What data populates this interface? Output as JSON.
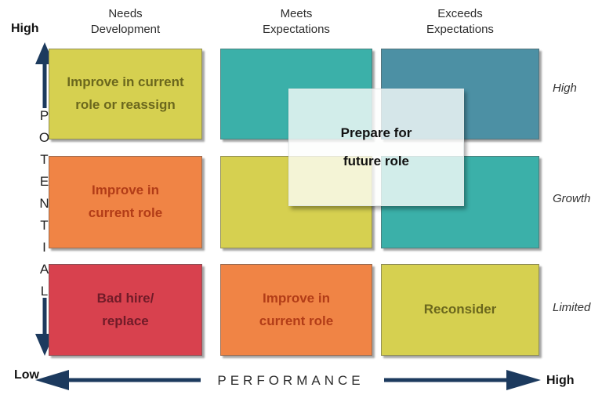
{
  "diagram_title": "9-box performance / potential talent matrix",
  "axes": {
    "y": {
      "title": "POTENTIAL",
      "high_label": "High",
      "low_label": "Low"
    },
    "x": {
      "title": "PERFORMANCE",
      "low_label": "Low",
      "high_label": "High"
    }
  },
  "columns": [
    "Needs\nDevelopment",
    "Meets\nExpectations",
    "Exceeds\nExpectations"
  ],
  "row_labels": [
    "High",
    "Growth",
    "Limited"
  ],
  "cells": [
    {
      "row": "High",
      "column": "Needs Development",
      "label": "Improve in current\nrole or reassign",
      "bg": "#d6d050",
      "text_color": "#6b671d"
    },
    {
      "row": "High",
      "column": "Meets Expectations",
      "label": "",
      "bg": "#3bb0a9",
      "text_color": "#0e4f4b"
    },
    {
      "row": "High",
      "column": "Exceeds Expectations",
      "label": "",
      "bg": "#4c90a4",
      "text_color": "#123c4a"
    },
    {
      "row": "Growth",
      "column": "Needs Development",
      "label": "Improve in\ncurrent role",
      "bg": "#f08445",
      "text_color": "#b23c17"
    },
    {
      "row": "Growth",
      "column": "Meets Expectations",
      "label": "",
      "bg": "#d6d050",
      "text_color": "#6b671d"
    },
    {
      "row": "Growth",
      "column": "Exceeds Expectations",
      "label": "",
      "bg": "#3bb0a9",
      "text_color": "#0e4f4b"
    },
    {
      "row": "Limited",
      "column": "Needs Development",
      "label": "Bad hire/\nreplace",
      "bg": "#d8414e",
      "text_color": "#701b28"
    },
    {
      "row": "Limited",
      "column": "Meets Expectations",
      "label": "Improve in\ncurrent role",
      "bg": "#f08445",
      "text_color": "#b23c17"
    },
    {
      "row": "Limited",
      "column": "Exceeds Expectations",
      "label": "Reconsider",
      "bg": "#d6d050",
      "text_color": "#6b671d"
    }
  ],
  "overlay": {
    "label": "Prepare for\nfuture role"
  },
  "colors": {
    "axis_navy": "#1c3a5e",
    "teal": "#3bb0a9",
    "steel_blue": "#4c90a4",
    "yellow_green": "#d6d050",
    "orange": "#f08445",
    "red": "#d8414e"
  }
}
